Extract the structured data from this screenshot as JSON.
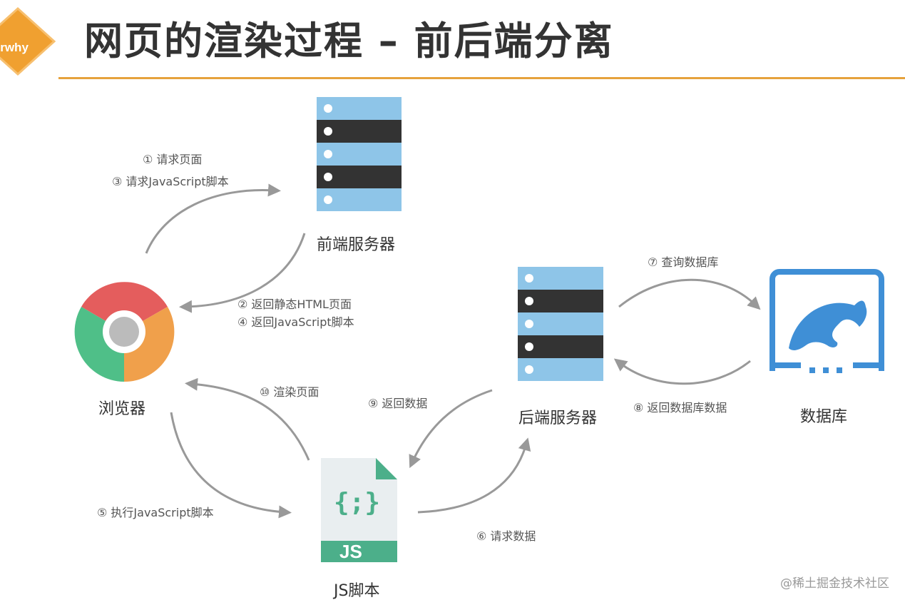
{
  "header": {
    "logo_text": "oderwhy",
    "title": "网页的渲染过程 – 前后端分离"
  },
  "nodes": {
    "frontend_server": "前端服务器",
    "backend_server": "后端服务器",
    "browser": "浏览器",
    "database": "数据库",
    "js_script": "JS脚本",
    "js_badge": "JS",
    "js_braces": "{;}"
  },
  "steps": {
    "s1": "① 请求页面",
    "s3": "③ 请求JavaScript脚本",
    "s2": "② 返回静态HTML页面",
    "s4": "④ 返回JavaScript脚本",
    "s10": "⑩ 渲染页面",
    "s9": "⑨ 返回数据",
    "s5": "⑤ 执行JavaScript脚本",
    "s6": "⑥ 请求数据",
    "s7": "⑦ 查询数据库",
    "s8": "⑧ 返回数据库数据"
  },
  "watermark": "@稀土掘金技术社区",
  "colors": {
    "accent": "#e6a23c",
    "server_light": "#8ec5e8",
    "server_dark": "#333333",
    "db_blue": "#3f8fd6",
    "js_green": "#4caf8a",
    "arrow": "#999999"
  }
}
